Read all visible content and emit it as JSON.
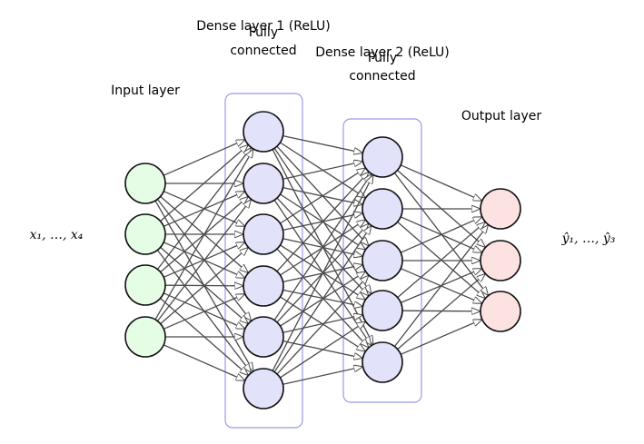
{
  "layers": [
    {
      "id": "input",
      "title": "Input layer",
      "title2": "",
      "neurons": 4,
      "fill": "#e5fde5"
    },
    {
      "id": "dense1",
      "title": "Dense layer 1 (ReLU)",
      "title2": "",
      "neurons": 6,
      "fill": "#e2e2fb",
      "box": true
    },
    {
      "id": "dense2",
      "title": "Dense layer 2 (ReLU)",
      "title2": "",
      "neurons": 5,
      "fill": "#e2e2fb",
      "box": true
    },
    {
      "id": "output",
      "title": "Output layer",
      "title2": "",
      "neurons": 3,
      "fill": "#fde2e2"
    }
  ],
  "connection_notes": [
    {
      "line1": "Fully",
      "line2": "connected"
    },
    {
      "line1": "Fully",
      "line2": "connected"
    }
  ],
  "input_label": "x₁, …, x₄",
  "output_label": "ŷ₁, …, ŷ₃",
  "colors": {
    "edge": "#4a4a4a",
    "node_stroke": "#111111",
    "box_stroke": "#9a9ae6"
  }
}
